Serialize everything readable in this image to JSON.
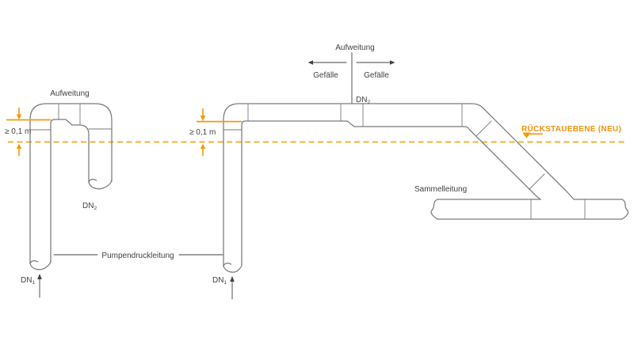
{
  "colors": {
    "accent_orange": "#F0930A",
    "accent_orange_light": "#F6B35C",
    "pipe_gray": "#797A7D",
    "text_gray": "#404042",
    "background": "#FFFFFF"
  },
  "labels": {
    "left_loop": {
      "aufweitung": "Aufweitung",
      "min_clearance": "≥ 0,1 m",
      "dn1_base": "DN",
      "dn1_sub": "1",
      "dn2_base": "DN",
      "dn2_sub": "2"
    },
    "middle_line": {
      "aufweitung": "Aufweitung",
      "gefaelle_left": "Gefälle",
      "gefaelle_right": "Gefälle",
      "min_clearance": "≥ 0,1 m",
      "dn1_base": "DN",
      "dn1_sub": "1",
      "dn2_base": "DN",
      "dn2_sub": "2"
    },
    "pumpendruckleitung": "Pumpendruckleitung",
    "sammelleitung": "Sammelleitung",
    "rueckstauebene": "RÜCKSTAUEBENE (NEU)"
  }
}
